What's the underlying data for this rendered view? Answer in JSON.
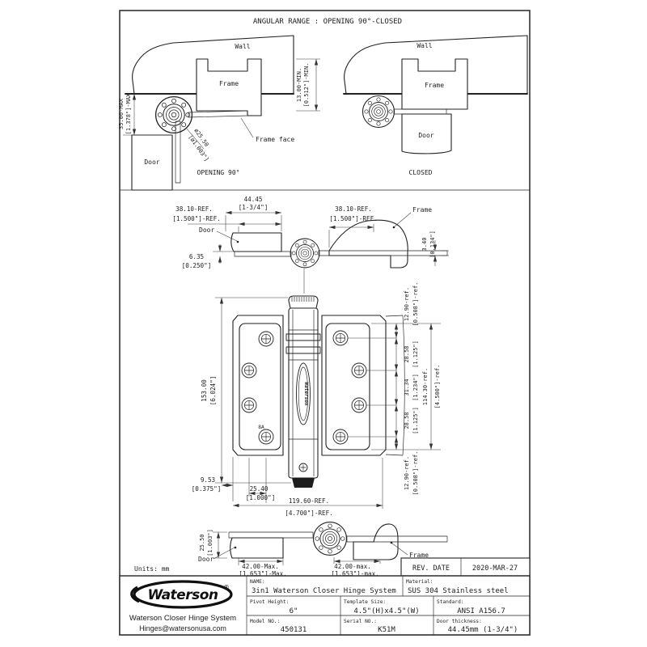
{
  "sheet": {
    "title": "ANGULAR RANGE : OPENING 90°-CLOSED",
    "units": "Units: mm"
  },
  "opening_view": {
    "caption": "OPENING 90°",
    "wall": "Wall",
    "frame": "Frame",
    "door": "Door",
    "frame_face": "Frame face",
    "dim_offset_mm": "35.00-MAX",
    "dim_offset_in": "[1.378\"]-MAX",
    "dim_depth_mm": "13.00-MIN.",
    "dim_depth_in": "[0.512\"]-MIN.",
    "dim_dia_mm": "ø25.50",
    "dim_dia_in": "[ø1.003\"]"
  },
  "closed_view": {
    "caption": "CLOSED",
    "wall": "Wall",
    "frame": "Frame",
    "door": "Door"
  },
  "top_section": {
    "door": "Door",
    "frame": "Frame",
    "dim_door_mm": "44.45",
    "dim_door_in": "[1-3/4\"]",
    "dim_left_mm": "38.10-REF.",
    "dim_left_in": "[1.500\"]-REF.",
    "dim_right_mm": "38.10-REF.",
    "dim_right_in": "[1.500\"]-REF.",
    "dim_inset_mm": "6.35",
    "dim_inset_in": "[0.250\"]",
    "dim_leaf_mm": "3.40",
    "dim_leaf_in": "[0.134\"]"
  },
  "front_view": {
    "dim_height_mm": "153.00",
    "dim_height_in": "[6.024\"]",
    "gauge_label": "8A",
    "logo_text": "Waterson",
    "screw_dims": [
      {
        "mm": "12.90-ref.",
        "in": "[0.508\"]-ref."
      },
      {
        "mm": "28.58",
        "in": "[1.125\"]"
      },
      {
        "mm": "31.34",
        "in": "[1.234\"]"
      },
      {
        "mm": "28.58",
        "in": "[1.125\"]"
      },
      {
        "mm": "12.90-ref.",
        "in": "[0.508\"]-ref."
      }
    ],
    "dim_span_mm": "114.30-ref.",
    "dim_span_in": "[4.500\"]-ref.",
    "dim_edge_mm": "9.53",
    "dim_edge_in": "[0.375\"]",
    "dim_gauge_mm": "25.40",
    "dim_gauge_in": "[1.000\"]",
    "dim_width_mm": "119.60-REF.",
    "dim_width_in": "[4.700\"]-REF."
  },
  "bottom_section": {
    "door": "Door",
    "frame": "Frame",
    "dim_total_mm": "25.50",
    "dim_total_in": "[1.003\"]",
    "dim_door_mm": "42.00-Max.",
    "dim_door_in": "[1.653\"]-Max.",
    "dim_frame_mm": "42.00-max.",
    "dim_frame_in": "[1.653\"]-max."
  },
  "revision": {
    "label": "REV. DATE",
    "date": "2020-MAR-27"
  },
  "title_block": {
    "logo": "Waterson",
    "reg": "®",
    "company": "Waterson Closer Hinge System",
    "email": "Hinges@watersonusa.com",
    "name_label": "NAME:",
    "name": "3in1 Waterson Closer Hinge System",
    "material_label": "Material:",
    "material": "SUS 304 Stainless steel",
    "pivot_label": "Pivot Height:",
    "pivot": "6\"",
    "template_label": "Template Size:",
    "template": "4.5\"(H)x4.5\"(W)",
    "standard_label": "Standard:",
    "standard": "ANSI A156.7",
    "model_label": "Model NO.:",
    "model": "450131",
    "serial_label": "Serial NO.:",
    "serial": "K51M",
    "thickness_label": "Door thickness:",
    "thickness": "44.45mm (1-3/4\")"
  }
}
